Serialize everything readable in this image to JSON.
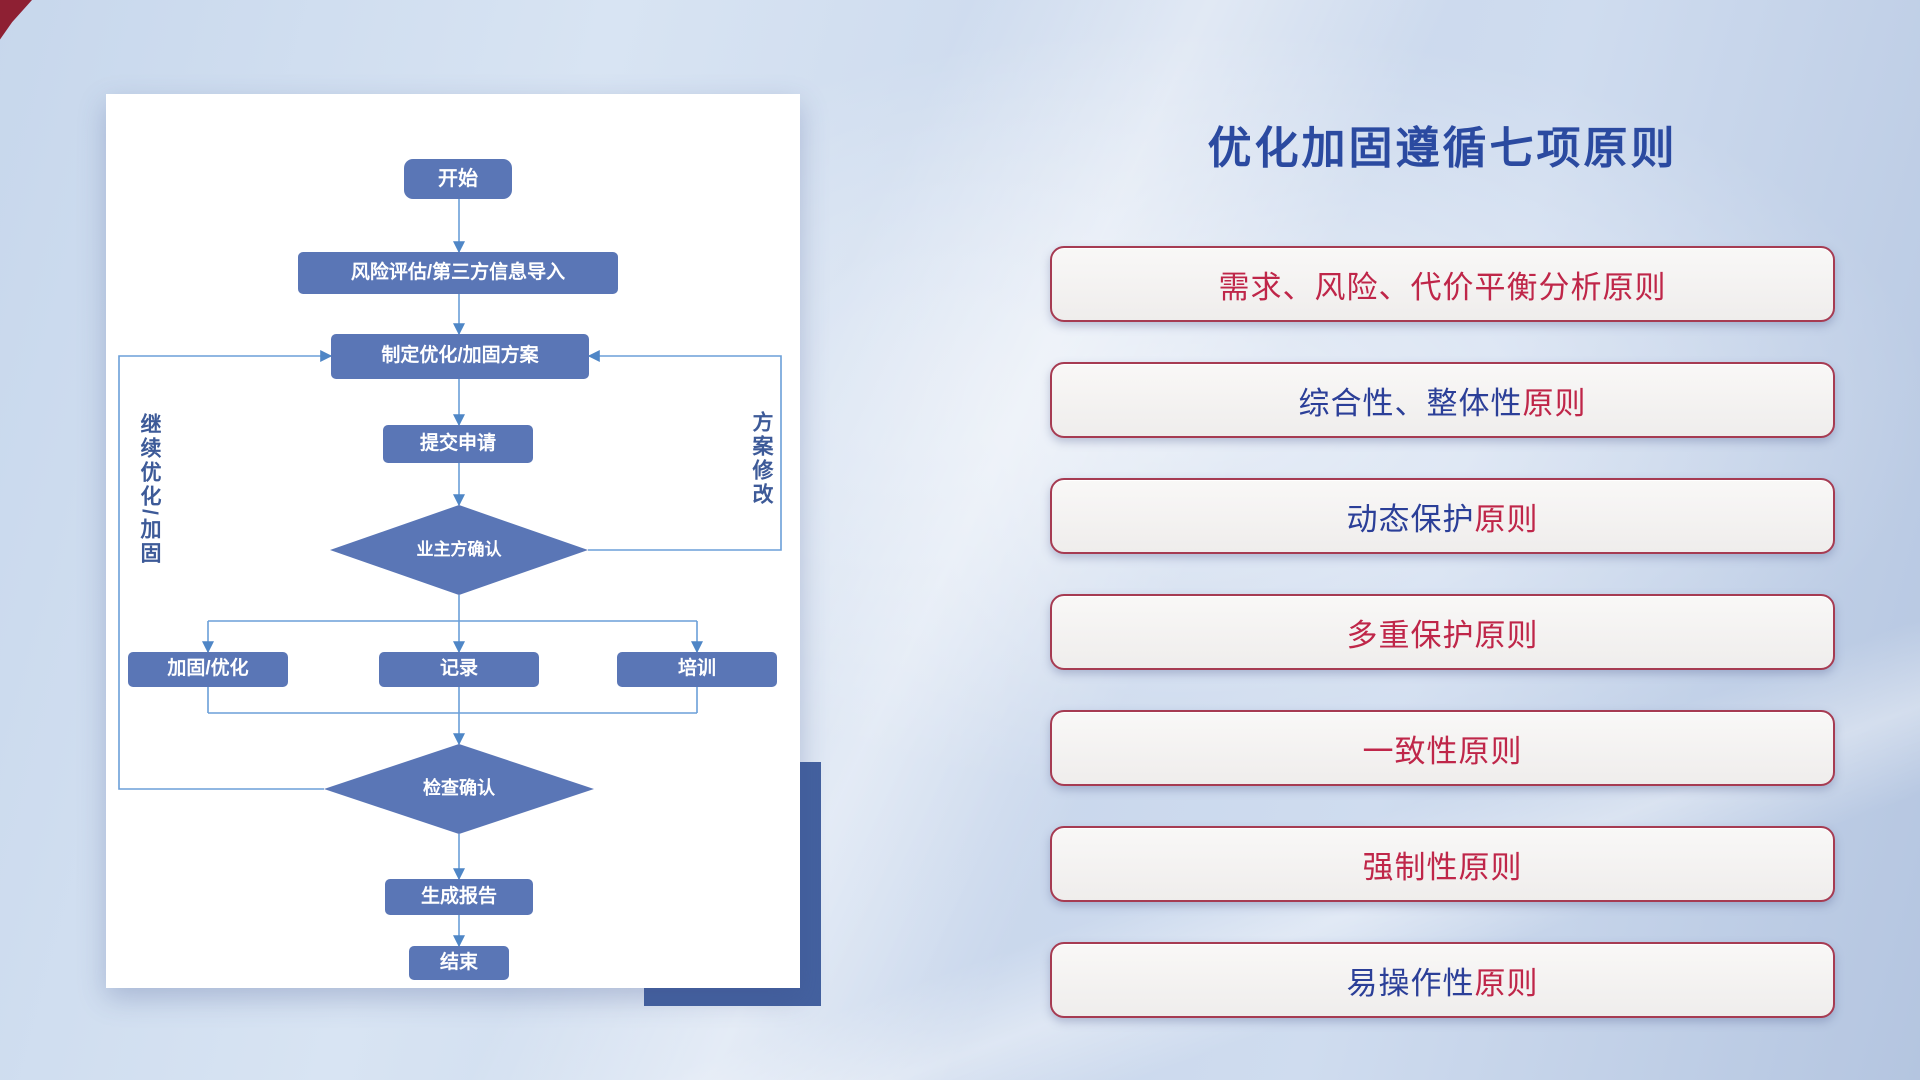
{
  "slide": {
    "title": "优化加固遵循七项原则"
  },
  "flowchart": {
    "nodes": {
      "start": "开始",
      "risk_import": "风险评估/第三方信息导入",
      "make_plan": "制定优化/加固方案",
      "submit": "提交申请",
      "owner_confirm": "业主方确认",
      "harden_optimize": "加固/优化",
      "record": "记录",
      "training": "培训",
      "check_confirm": "检查确认",
      "generate_report": "生成报告",
      "end": "结束"
    },
    "edge_labels": {
      "continue_loop": "继续优化/加固",
      "plan_revision": "方案修改"
    }
  },
  "principles": {
    "items": [
      {
        "parts": [
          {
            "text": "需求、风险、代价平衡分析原则",
            "color": "#bf2649"
          }
        ]
      },
      {
        "parts": [
          {
            "text": "综合性、整体性",
            "color": "#2b3f98"
          },
          {
            "text": "原则",
            "color": "#bf2649"
          }
        ]
      },
      {
        "parts": [
          {
            "text": "动态保护",
            "color": "#2b3f98"
          },
          {
            "text": "原则",
            "color": "#bf2649"
          }
        ]
      },
      {
        "parts": [
          {
            "text": "多重保护原则",
            "color": "#bf2649"
          }
        ]
      },
      {
        "parts": [
          {
            "text": "一致性原则",
            "color": "#bf2649"
          }
        ]
      },
      {
        "parts": [
          {
            "text": "强制性原则",
            "color": "#bf2649"
          }
        ]
      },
      {
        "parts": [
          {
            "text": "易操作性",
            "color": "#2b3f98"
          },
          {
            "text": "原则",
            "color": "#bf2649"
          }
        ]
      }
    ]
  },
  "colors": {
    "node_fill": "#5a76b6",
    "node_text": "#ffffff",
    "connector": "#6b9fd8",
    "arrow": "#4f86c6",
    "title_blue": "#2b4aa0",
    "edge_label_blue": "#3d5a98",
    "principle_border": "#a63b52",
    "shadow_rect_blue": "#44619f",
    "principle_red": "#bf2649",
    "principle_blue": "#2b3f98"
  }
}
